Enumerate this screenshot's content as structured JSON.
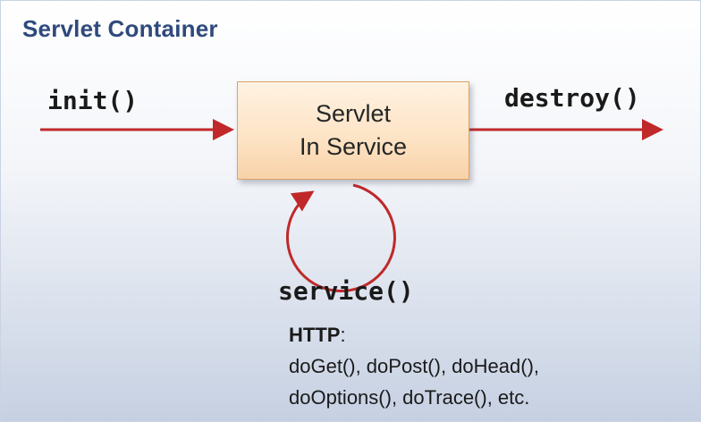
{
  "diagram": {
    "title": "Servlet Container",
    "init_label": "init()",
    "destroy_label": "destroy()",
    "servlet_box": {
      "line1": "Servlet",
      "line2": "In Service"
    },
    "service_label": "service()",
    "http": {
      "heading": "HTTP",
      "heading_suffix": ":",
      "methods_line1": "doGet(), doPost(), doHead(),",
      "methods_line2": "doOptions(), doTrace(), etc."
    },
    "colors": {
      "arrow": "#c0292a",
      "title": "#2f4a7c",
      "box_fill": "#fde3c4",
      "box_border": "#d9a46a"
    }
  }
}
